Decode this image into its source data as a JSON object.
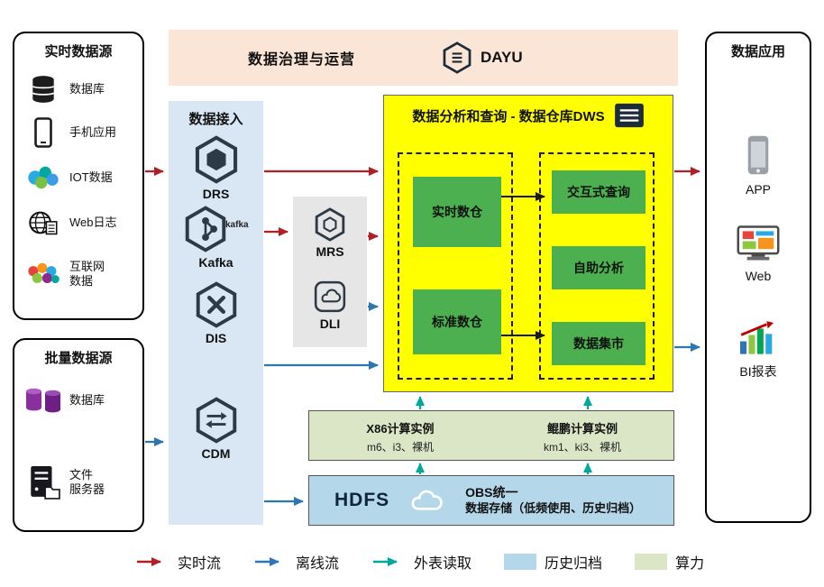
{
  "colors": {
    "realtime_flow": "#b01f24",
    "offline_flow": "#2e75b6",
    "external_read": "#00a89c",
    "archive_fill": "#b5d7ea",
    "compute_fill": "#dbe6c6",
    "dws_fill": "#ffff00",
    "green_box": "#4cb050",
    "ingestion_fill": "#d9e7f5",
    "governance_fill": "#fbe5d6"
  },
  "governance": {
    "title": "数据治理与运营",
    "brand": "DAYU"
  },
  "realtime_sources": {
    "title": "实时数据源",
    "items": [
      {
        "label": "数据库"
      },
      {
        "label": "手机应用"
      },
      {
        "label": "IOT数据"
      },
      {
        "label": "Web日志"
      },
      {
        "label": "互联网\n数据"
      }
    ]
  },
  "batch_sources": {
    "title": "批量数据源",
    "items": [
      {
        "label": "数据库"
      },
      {
        "label": "文件\n服务器"
      }
    ]
  },
  "ingestion": {
    "title": "数据接入",
    "items": [
      {
        "label": "DRS"
      },
      {
        "label": "Kafka",
        "logo_text": "kafka"
      },
      {
        "label": "DIS"
      },
      {
        "label": "CDM"
      }
    ]
  },
  "processing": {
    "items": [
      {
        "label": "MRS"
      },
      {
        "label": "DLI"
      }
    ]
  },
  "dws": {
    "title": "数据分析和查询 - 数据仓库DWS",
    "left_boxes": [
      {
        "label": "实时数仓"
      },
      {
        "label": "标准数仓"
      }
    ],
    "right_boxes": [
      {
        "label": "交互式查询"
      },
      {
        "label": "自助分析"
      },
      {
        "label": "数据集市"
      }
    ]
  },
  "compute": {
    "items": [
      {
        "title": "X86计算实例",
        "subtitle": "m6、i3、裸机"
      },
      {
        "title": "鲲鹏计算实例",
        "subtitle": "km1、ki3、裸机"
      }
    ]
  },
  "storage": {
    "hdfs": "HDFS",
    "obs_title": "OBS统一",
    "obs_subtitle": "数据存储（低频使用、历史归档）"
  },
  "applications": {
    "title": "数据应用",
    "items": [
      {
        "label": "APP"
      },
      {
        "label": "Web"
      },
      {
        "label": "BI报表"
      }
    ]
  },
  "legend": {
    "items": [
      {
        "label": "实时流"
      },
      {
        "label": "离线流"
      },
      {
        "label": "外表读取"
      },
      {
        "label": "历史归档"
      },
      {
        "label": "算力"
      }
    ]
  }
}
